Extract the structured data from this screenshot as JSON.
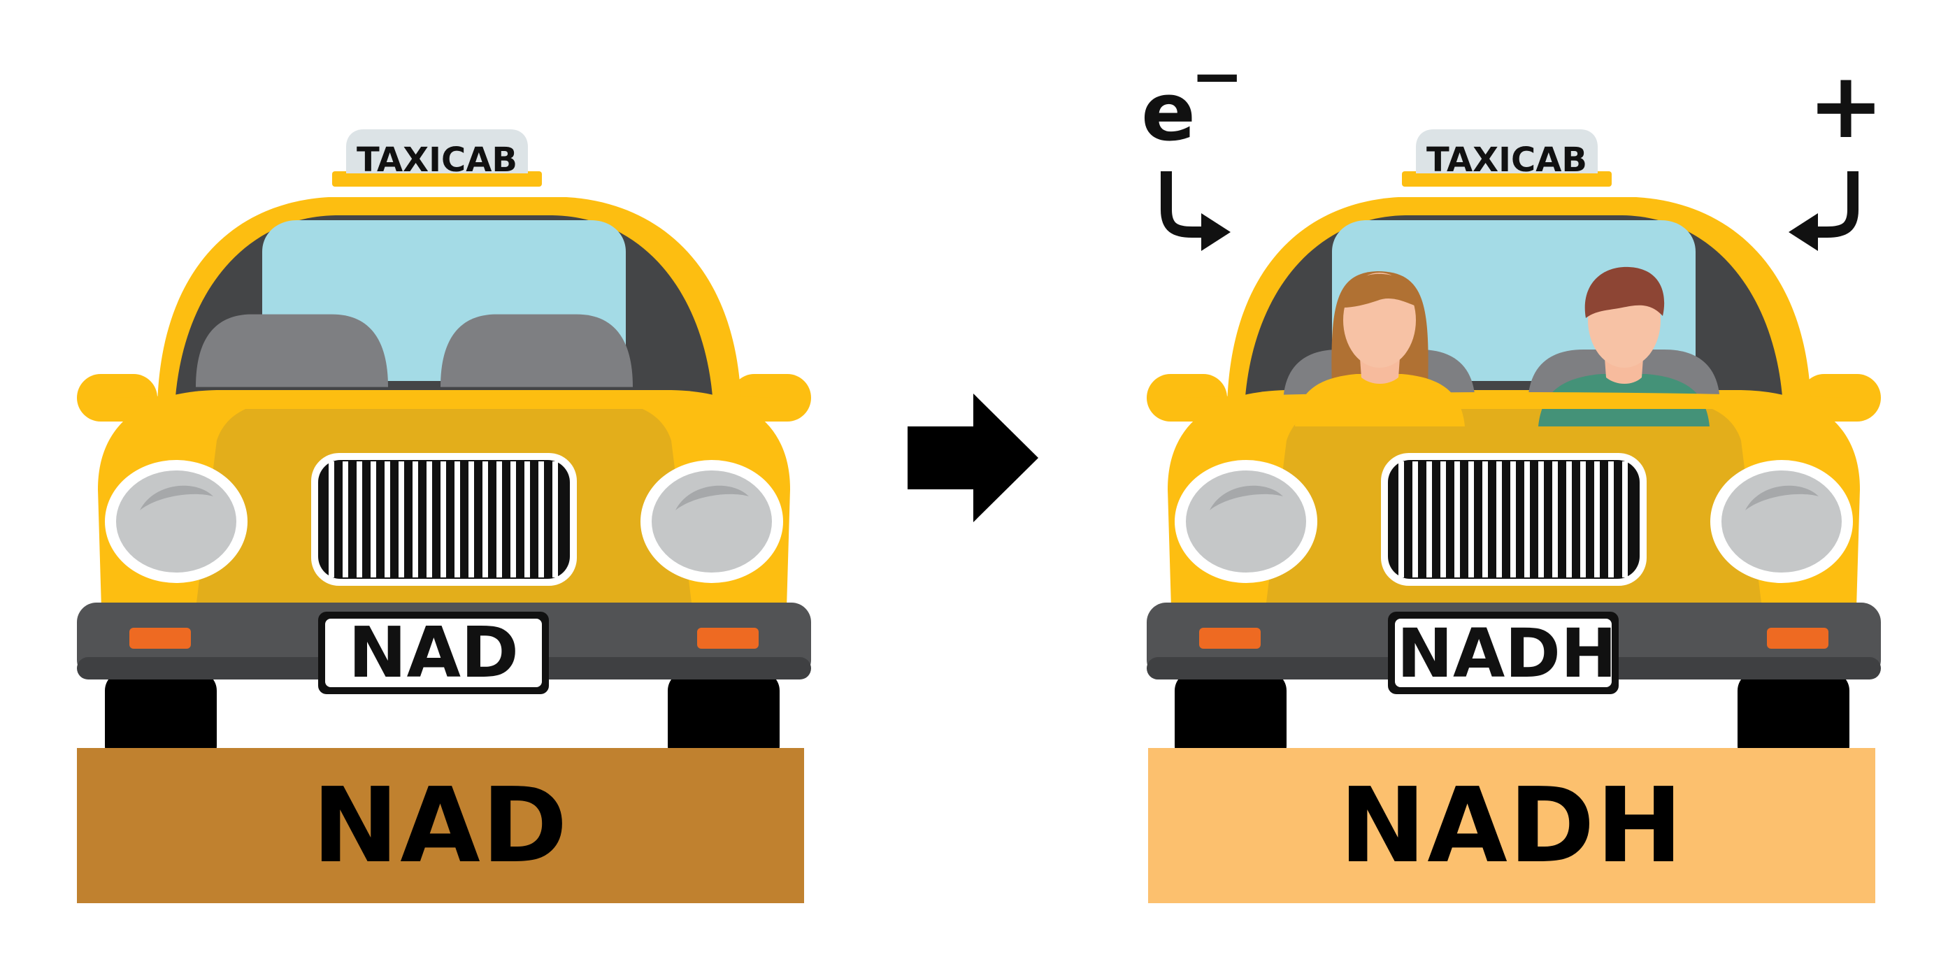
{
  "left_panel": {
    "roof_sign": "TAXICAB",
    "plate": "NAD",
    "label": "NAD",
    "label_color": "#C0812F"
  },
  "right_panel": {
    "roof_sign": "TAXICAB",
    "plate": "NADH",
    "label": "NADH",
    "label_color": "#FCC06E",
    "electron_symbol": "e",
    "electron_charge": "−",
    "proton_symbol": "+"
  },
  "colors": {
    "body": "#FDBE11",
    "body_shade": "#E3AE1B",
    "window_frame": "#444547",
    "glass": "#A4DBE6",
    "seat": "#7E7F82",
    "bumper": "#525355",
    "tire": "#000000",
    "indicator": "#EE6A22",
    "headlight": "#C5C7C8",
    "sign": "#DCE3E6",
    "arrow": "#000000"
  },
  "icons": [
    "taxi-car-icon",
    "reaction-arrow-icon",
    "passenger-icon",
    "curved-arrow-icon"
  ]
}
